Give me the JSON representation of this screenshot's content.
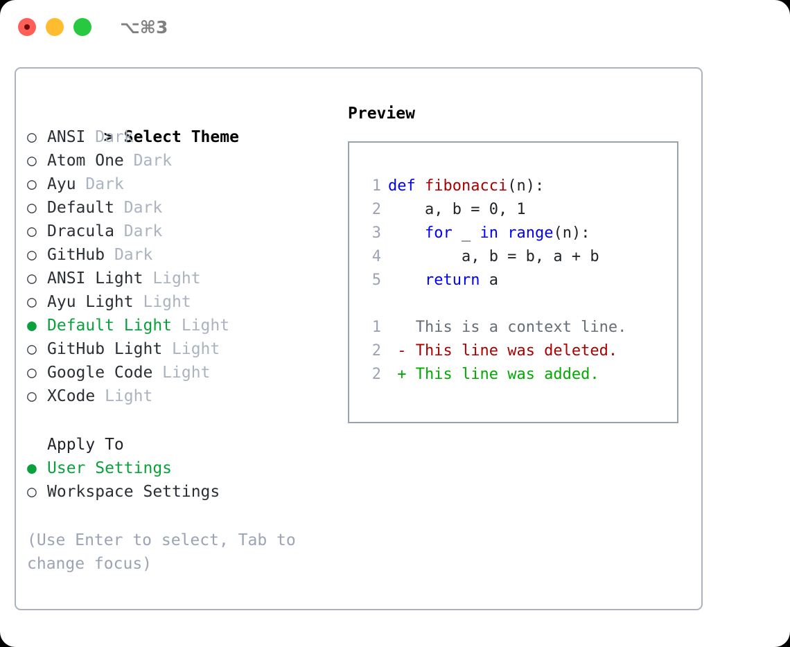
{
  "titlebar": {
    "shortcut": "⌥⌘3",
    "lights": [
      "close-light",
      "minimize-light",
      "zoom-light"
    ]
  },
  "theme_panel": {
    "heading_marker": ">",
    "heading": "Select Theme",
    "items": [
      {
        "marker": "○",
        "name": "ANSI",
        "kind": "Dark",
        "selected": false
      },
      {
        "marker": "○",
        "name": "Atom One",
        "kind": "Dark",
        "selected": false
      },
      {
        "marker": "○",
        "name": "Ayu",
        "kind": "Dark",
        "selected": false
      },
      {
        "marker": "○",
        "name": "Default",
        "kind": "Dark",
        "selected": false
      },
      {
        "marker": "○",
        "name": "Dracula",
        "kind": "Dark",
        "selected": false
      },
      {
        "marker": "○",
        "name": "GitHub",
        "kind": "Dark",
        "selected": false
      },
      {
        "marker": "○",
        "name": "ANSI Light",
        "kind": "Light",
        "selected": false
      },
      {
        "marker": "○",
        "name": "Ayu Light",
        "kind": "Light",
        "selected": false
      },
      {
        "marker": "●",
        "name": "Default Light",
        "kind": "Light",
        "selected": true
      },
      {
        "marker": "○",
        "name": "GitHub Light",
        "kind": "Light",
        "selected": false
      },
      {
        "marker": "○",
        "name": "Google Code",
        "kind": "Light",
        "selected": false
      },
      {
        "marker": "○",
        "name": "XCode",
        "kind": "Light",
        "selected": false
      }
    ]
  },
  "apply_to": {
    "label": "Apply To",
    "options": [
      {
        "marker": "●",
        "name": "User Settings",
        "selected": true
      },
      {
        "marker": "○",
        "name": "Workspace Settings",
        "selected": false
      }
    ]
  },
  "hint": "(Use Enter to select, Tab to change focus)",
  "preview": {
    "title": "Preview",
    "code_lines": [
      {
        "no": "1",
        "tokens": [
          {
            "t": "def ",
            "c": "kw"
          },
          {
            "t": "fibonacci",
            "c": "fn"
          },
          {
            "t": "(n):",
            "c": "plain"
          }
        ]
      },
      {
        "no": "2",
        "tokens": [
          {
            "t": "    a, b = 0, 1",
            "c": "plain"
          }
        ]
      },
      {
        "no": "3",
        "tokens": [
          {
            "t": "    ",
            "c": "plain"
          },
          {
            "t": "for",
            "c": "kw"
          },
          {
            "t": " _ ",
            "c": "plain"
          },
          {
            "t": "in",
            "c": "kw"
          },
          {
            "t": " ",
            "c": "plain"
          },
          {
            "t": "range",
            "c": "kw"
          },
          {
            "t": "(n):",
            "c": "plain"
          }
        ]
      },
      {
        "no": "4",
        "tokens": [
          {
            "t": "        a, b = b, a + b",
            "c": "plain"
          }
        ]
      },
      {
        "no": "5",
        "tokens": [
          {
            "t": "    ",
            "c": "plain"
          },
          {
            "t": "return",
            "c": "kw"
          },
          {
            "t": " a",
            "c": "plain"
          }
        ]
      }
    ],
    "diff_lines": [
      {
        "no": "1",
        "sign": " ",
        "text": "This is a context line.",
        "kind": "ctx"
      },
      {
        "no": "2",
        "sign": "-",
        "text": "This line was deleted.",
        "kind": "del"
      },
      {
        "no": "2",
        "sign": "+",
        "text": "This line was added.",
        "kind": "add"
      }
    ]
  },
  "colors": {
    "accent_green": "#0aa13c",
    "keyword_blue": "#0000ff",
    "function_red": "#aa0000",
    "diff_add_green": "#00aa00",
    "diff_del_red": "#aa0000",
    "muted_gray": "#aab3bf",
    "hint_gray": "#9aa4b2",
    "border_gray": "#aab3bf",
    "preview_border": "#98a1ae"
  }
}
